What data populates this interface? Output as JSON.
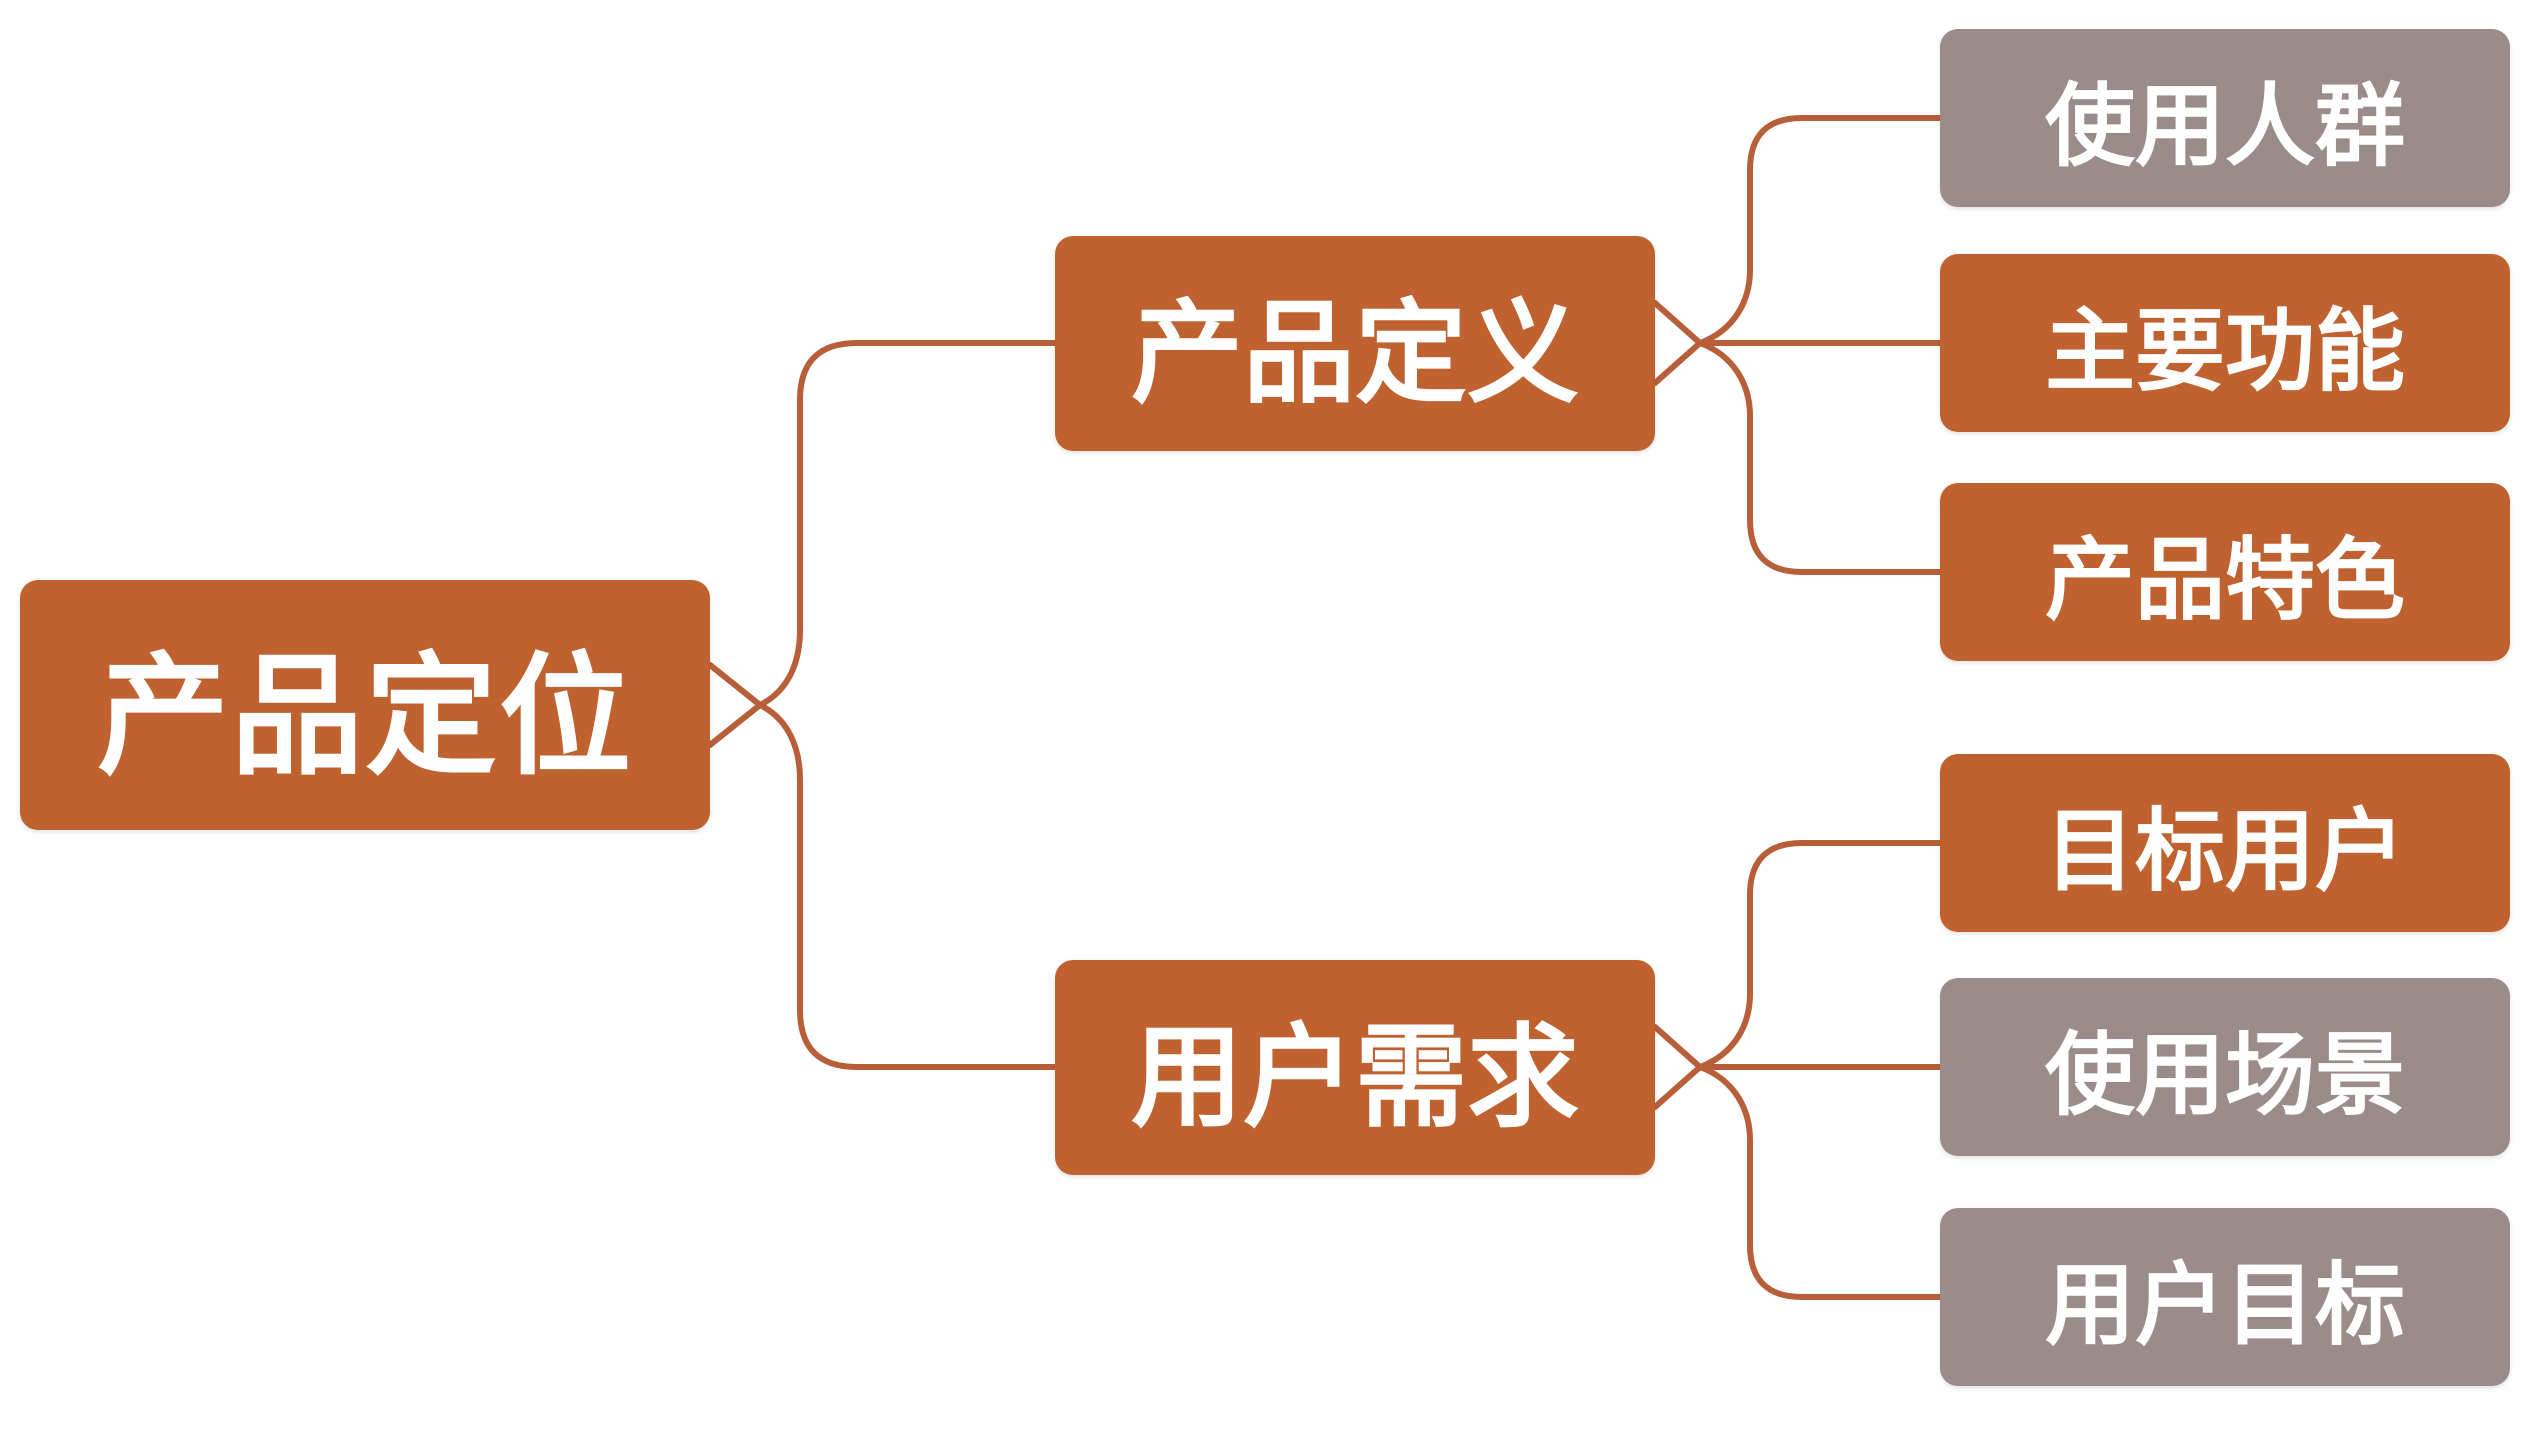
{
  "colors": {
    "primary_node": "#c0622f",
    "secondary_node": "#9a8c8b",
    "connector": "#b85f3a"
  },
  "root": {
    "label": "产品定位"
  },
  "branches": [
    {
      "label": "产品定义",
      "children": [
        {
          "label": "使用人群",
          "style": "secondary"
        },
        {
          "label": "主要功能",
          "style": "primary"
        },
        {
          "label": "产品特色",
          "style": "primary"
        }
      ]
    },
    {
      "label": "用户需求",
      "children": [
        {
          "label": "目标用户",
          "style": "primary"
        },
        {
          "label": "使用场景",
          "style": "secondary"
        },
        {
          "label": "用户目标",
          "style": "secondary"
        }
      ]
    }
  ]
}
